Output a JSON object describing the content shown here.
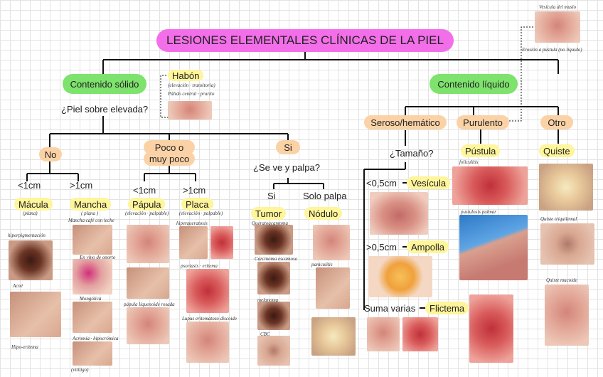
{
  "title": "LESIONES ELEMENTALES CLÍNICAS DE LA PIEL",
  "left": {
    "header": "Contenido sólido",
    "question": "¿Piel sobre elevada?",
    "habon": {
      "label": "Habón",
      "sub": "(elevación · transitoria)",
      "note": "Pálido central · prurito"
    },
    "no": {
      "label": "No",
      "lt": {
        "size": "<1cm",
        "label": "Mácula",
        "sub": "(plana)",
        "notes": [
          "hiperpigmentación",
          "Acné",
          "Hipo-eritema"
        ]
      },
      "gt": {
        "size": ">1cm",
        "label": "Mancha",
        "sub": "( plana )",
        "notes": [
          "Mancha café con leche",
          "En vino de oporto",
          "Mongólica",
          "Acromía · hipocrómica",
          "(vitiligo)"
        ]
      }
    },
    "poco": {
      "label1": "Poco o",
      "label2": "muy poco",
      "lt": {
        "size": "<1cm",
        "label": "Pápula",
        "sub": "(elevación · palpable)",
        "notes": [
          "pápula liquenoide rosada"
        ]
      },
      "gt": {
        "size": ">1cm",
        "label": "Placa",
        "sub": "(elevación · palpable)",
        "notes": [
          "hiperqueratosis",
          "psoriasis · eritema",
          "Lupus eritematoso discoide"
        ]
      }
    },
    "si": {
      "label": "Si",
      "question": "¿Se ve y palpa?",
      "a": {
        "cond": "Si",
        "label": "Tumor",
        "notes": [
          "Queratoacantoma",
          "Carcinoma escamoso",
          "melanoma",
          "CBC"
        ]
      },
      "b": {
        "cond": "Solo palpa",
        "label": "Nódulo",
        "notes": [
          "paniculitis"
        ]
      }
    }
  },
  "right": {
    "header": "Contenido líquido",
    "topnote": {
      "a": "Vesícula del muslo",
      "b": "Erosión a pústula (no líquido)"
    },
    "sero": {
      "label": "Seroso/hemático",
      "question": "¿Tamaño?",
      "items": [
        {
          "size": "<0,5cm",
          "label": "Vesícula"
        },
        {
          "size": ">0,5cm",
          "label": "Ampolla"
        },
        {
          "size": "Suma varias",
          "label": "Flictema"
        }
      ]
    },
    "puru": {
      "label": "Purulento",
      "leaf": "Pústula",
      "notes": [
        "foliculitis",
        "pustulosis palmar"
      ]
    },
    "otro": {
      "label": "Otro",
      "leaf": "Quiste",
      "notes": [
        "Quiste triquilemal",
        "Quiste mucoide"
      ]
    }
  },
  "colors": {
    "title": "#f36fe9",
    "green": "#7ee36c",
    "orange": "#fbd2a6",
    "yellow": "#fff59a"
  }
}
